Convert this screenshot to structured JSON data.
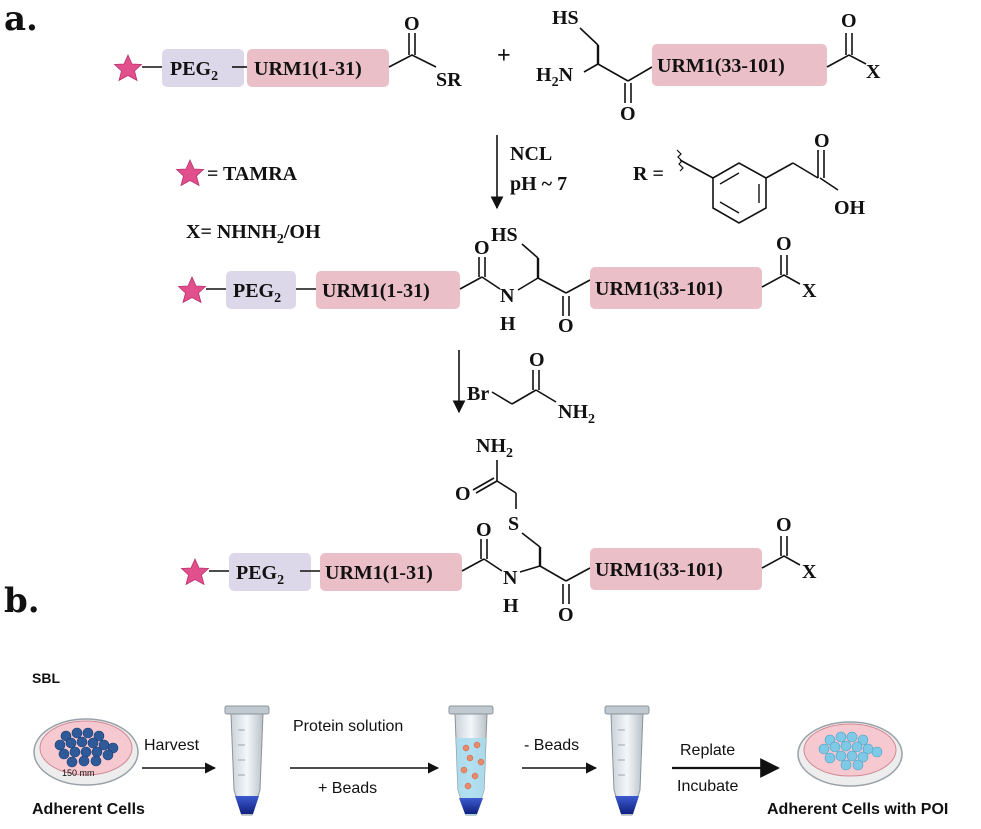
{
  "panel_a": {
    "label": "a.",
    "peg": "PEG",
    "peg_sub": "2",
    "urm_n": "URM1(1-31)",
    "urm_c": "URM1(33-101)",
    "thioester_r": "SR",
    "plus": "+",
    "thiol": "HS",
    "amine_h": "H",
    "amine_sub": "2",
    "amine_n": "N",
    "oxygen": "O",
    "x": "X",
    "nh_n": "N",
    "nh_h": "H",
    "ncl": "NCL",
    "ph": "pH ~ 7",
    "star_legend": "= TAMRA",
    "x_legend_pre": "X= NHNH",
    "x_legend_sub": "2",
    "x_legend_post": "/OH",
    "r_label": "R =",
    "oh": "OH",
    "br": "Br",
    "nh2": "NH",
    "nh2_sub": "2",
    "sulfur": "S"
  },
  "panel_b": {
    "label": "b.",
    "method": "SBL",
    "dish_size": "150 mm",
    "start_label": "Adherent Cells",
    "step1": "Harvest",
    "step2_top": "Protein solution",
    "step2_bottom": "+ Beads",
    "step3": "- Beads",
    "step4_top": "Replate",
    "step4_bottom": "Incubate",
    "end_label": "Adherent Cells with POI"
  },
  "colors": {
    "peg_box": "#ddd7ea",
    "urm_box": "#ebbfc8",
    "star": "#e24f8d",
    "dish_medium": "#f6c9d0",
    "cells_dark": "#2f5a9a",
    "cells_light": "#7ecae6",
    "tube_blue": "#1c2f9a"
  }
}
